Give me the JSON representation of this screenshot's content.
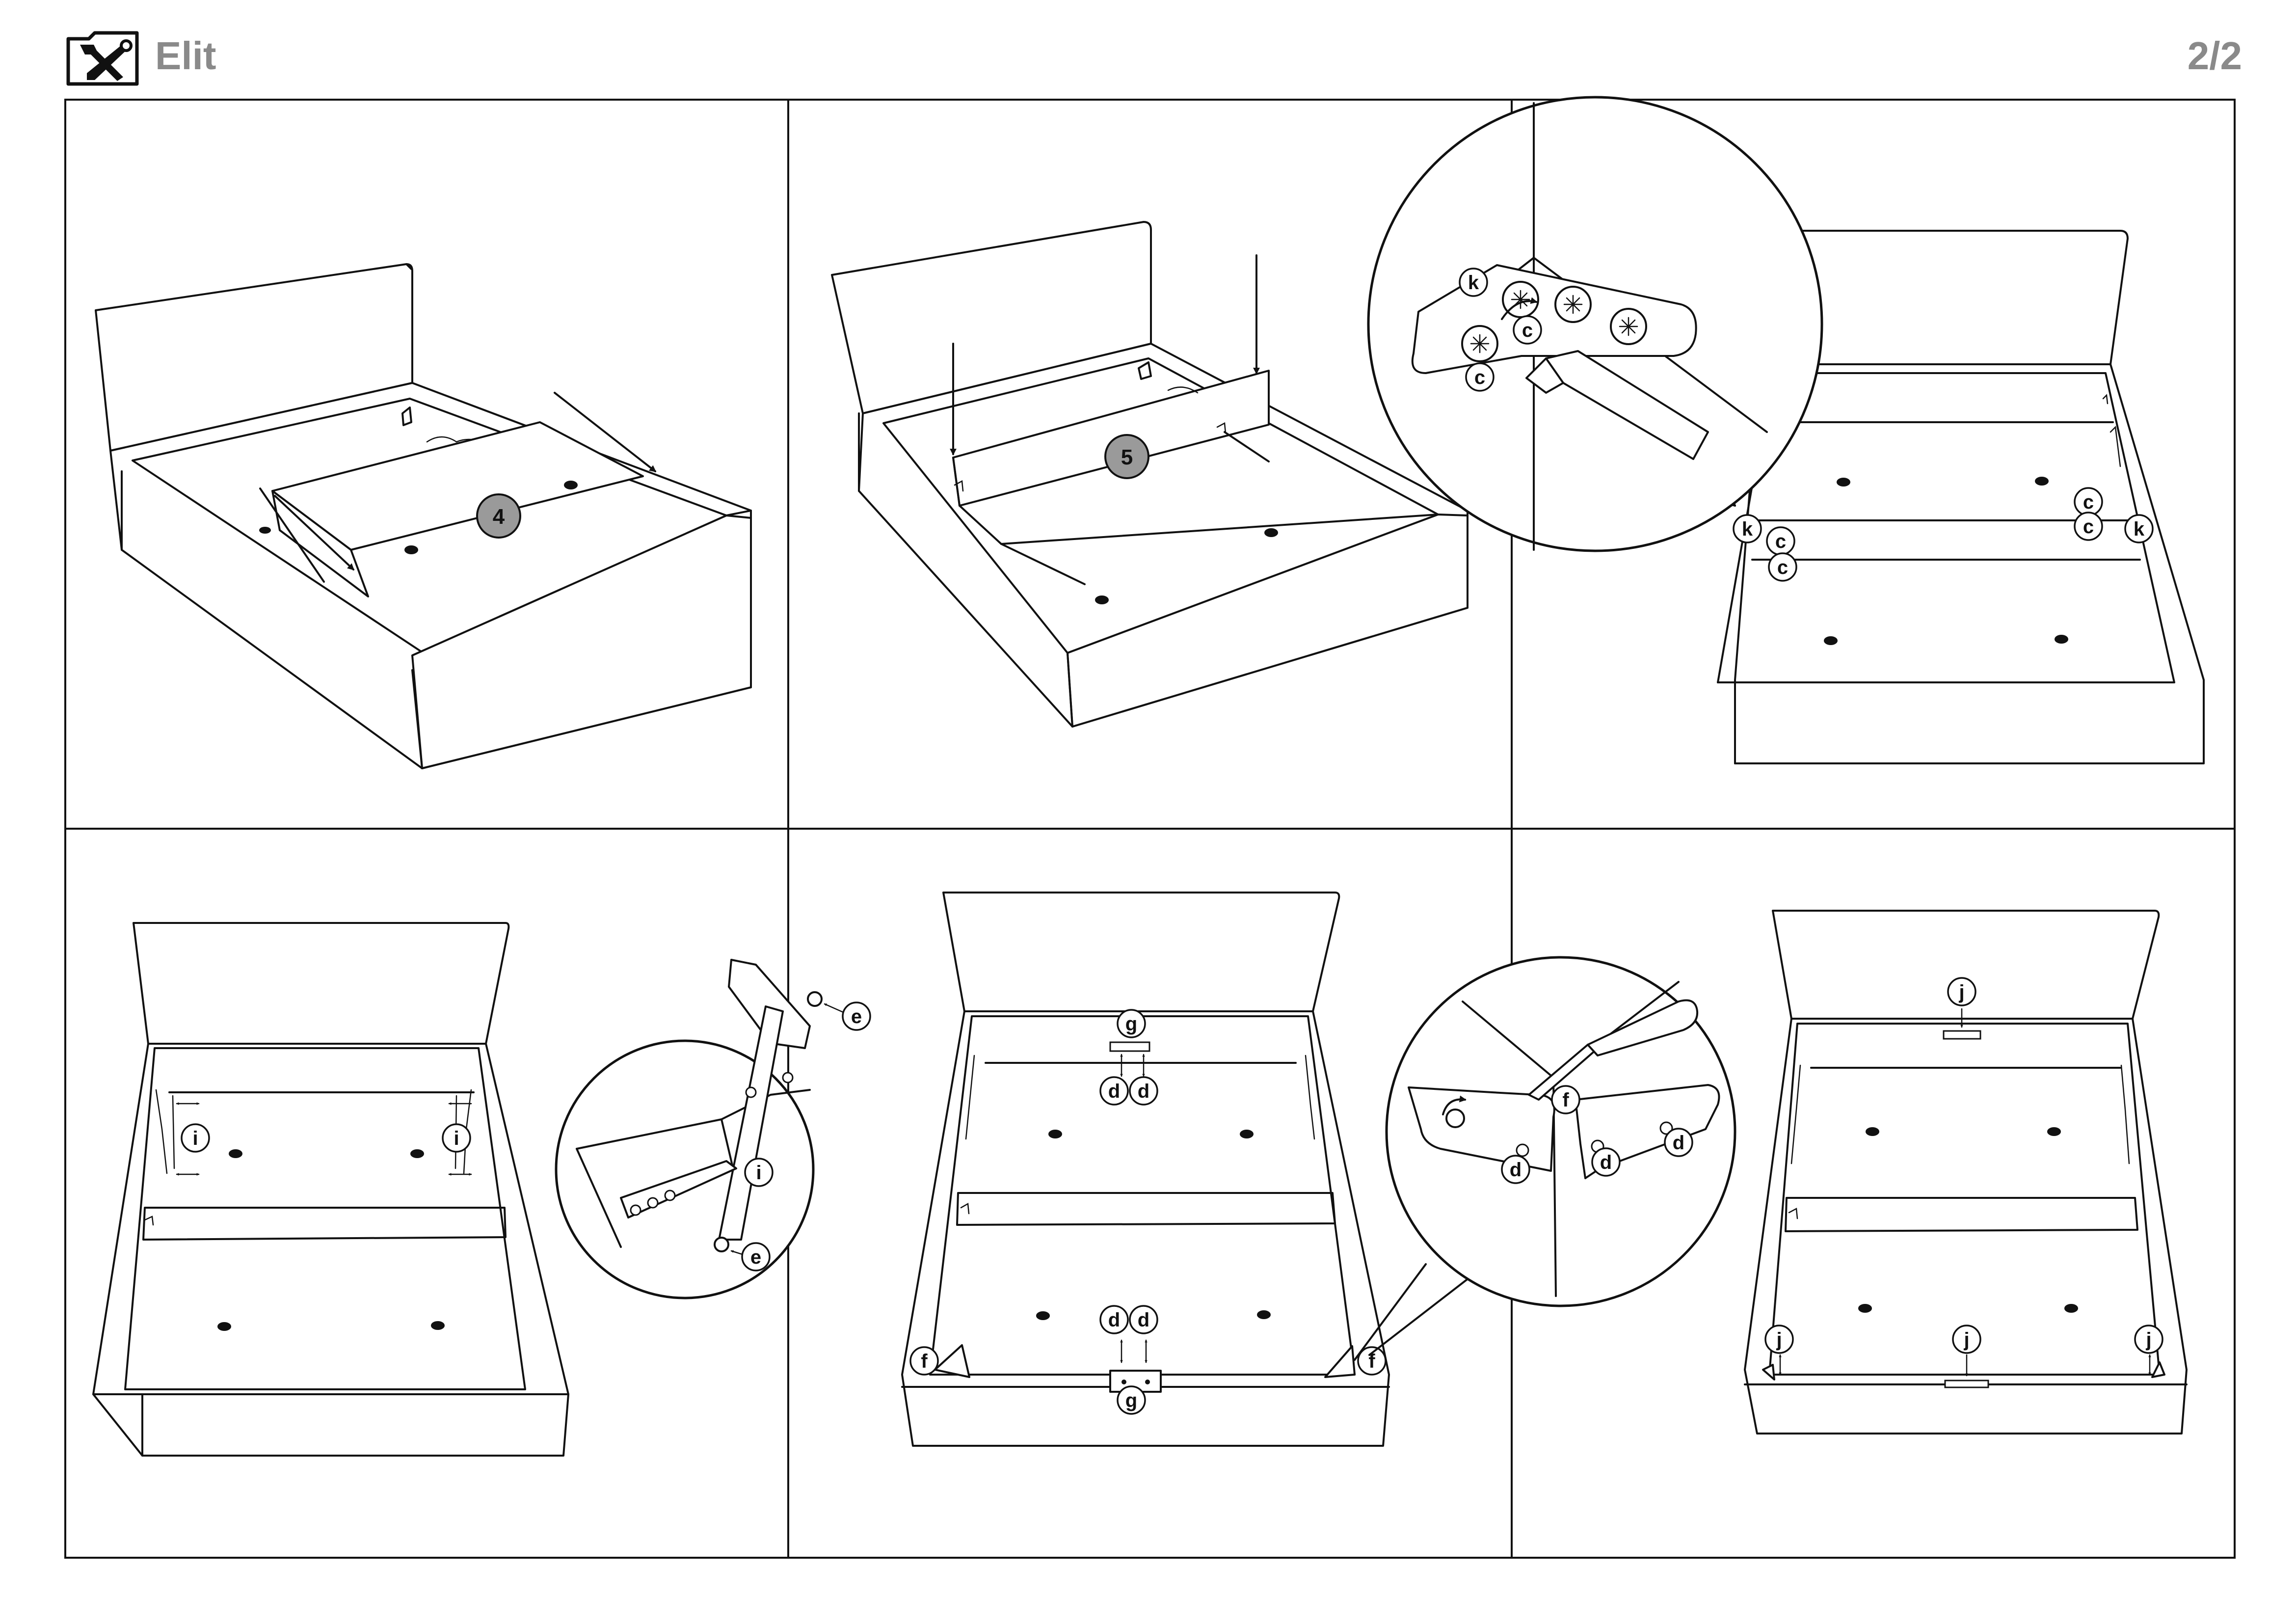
{
  "header": {
    "title": "Elit",
    "page": "2/2",
    "icon": "tools-icon"
  },
  "steps": [
    {
      "panel": 1,
      "badge": "4"
    },
    {
      "panel": 2,
      "badge": "5"
    }
  ],
  "callouts": {
    "c": "c",
    "d": "d",
    "e": "e",
    "f": "f",
    "g": "g",
    "i": "i",
    "j": "j",
    "k": "k"
  },
  "colors": {
    "title": "#8a8a8a",
    "badge": "#9a9a9a",
    "line": "#111111"
  }
}
